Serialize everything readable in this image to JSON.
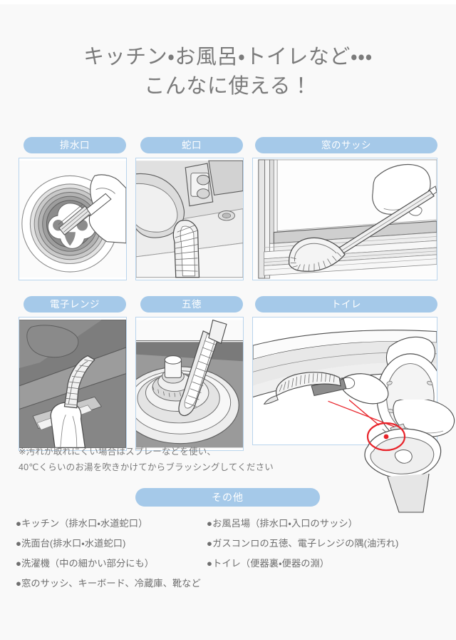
{
  "title": {
    "line1": "キッチン・お風呂・トイレなど・・・",
    "line2": "こんなに使える！"
  },
  "panels_row1": [
    {
      "label": "排水口",
      "illustration": "drain-illustration"
    },
    {
      "label": "蛇口",
      "illustration": "faucet-illustration"
    },
    {
      "label": "窓のサッシ",
      "illustration": "window-sash-illustration"
    }
  ],
  "panels_row2": [
    {
      "label": "電子レンジ",
      "illustration": "microwave-illustration"
    },
    {
      "label": "五徳",
      "illustration": "stove-grate-illustration"
    },
    {
      "label": "トイレ",
      "illustration": "toilet-illustration"
    }
  ],
  "note": {
    "line1": "※汚れが取れにくい場合はスプレーなどを使い、",
    "line2": "40℃くらいのお湯を吹きかけてからブラッシングしてください"
  },
  "other": {
    "heading": "その他",
    "rows": [
      {
        "left": "●キッチン（排水口・水道蛇口）",
        "right": "●お風呂場（排水口・入口のサッシ）"
      },
      {
        "left": "●洗面台(排水口・水道蛇口)",
        "right": "●ガスコンロの五徳、電子レンジの隅(油汚れ)"
      },
      {
        "left": "●洗濯機（中の細かい部分にも）",
        "right": "●トイレ（便器裏・便器の淵）"
      },
      {
        "left": "●窓のサッシ、キーボード、冷蔵庫、靴など",
        "right": ""
      }
    ]
  },
  "colors": {
    "accent": "#a5c9e9",
    "frame_border": "#b9d4ec",
    "text": "#6e6e6e",
    "title_text": "#7b7b7b",
    "background": "#f9f9f9",
    "annotation_red": "#e8232a"
  }
}
